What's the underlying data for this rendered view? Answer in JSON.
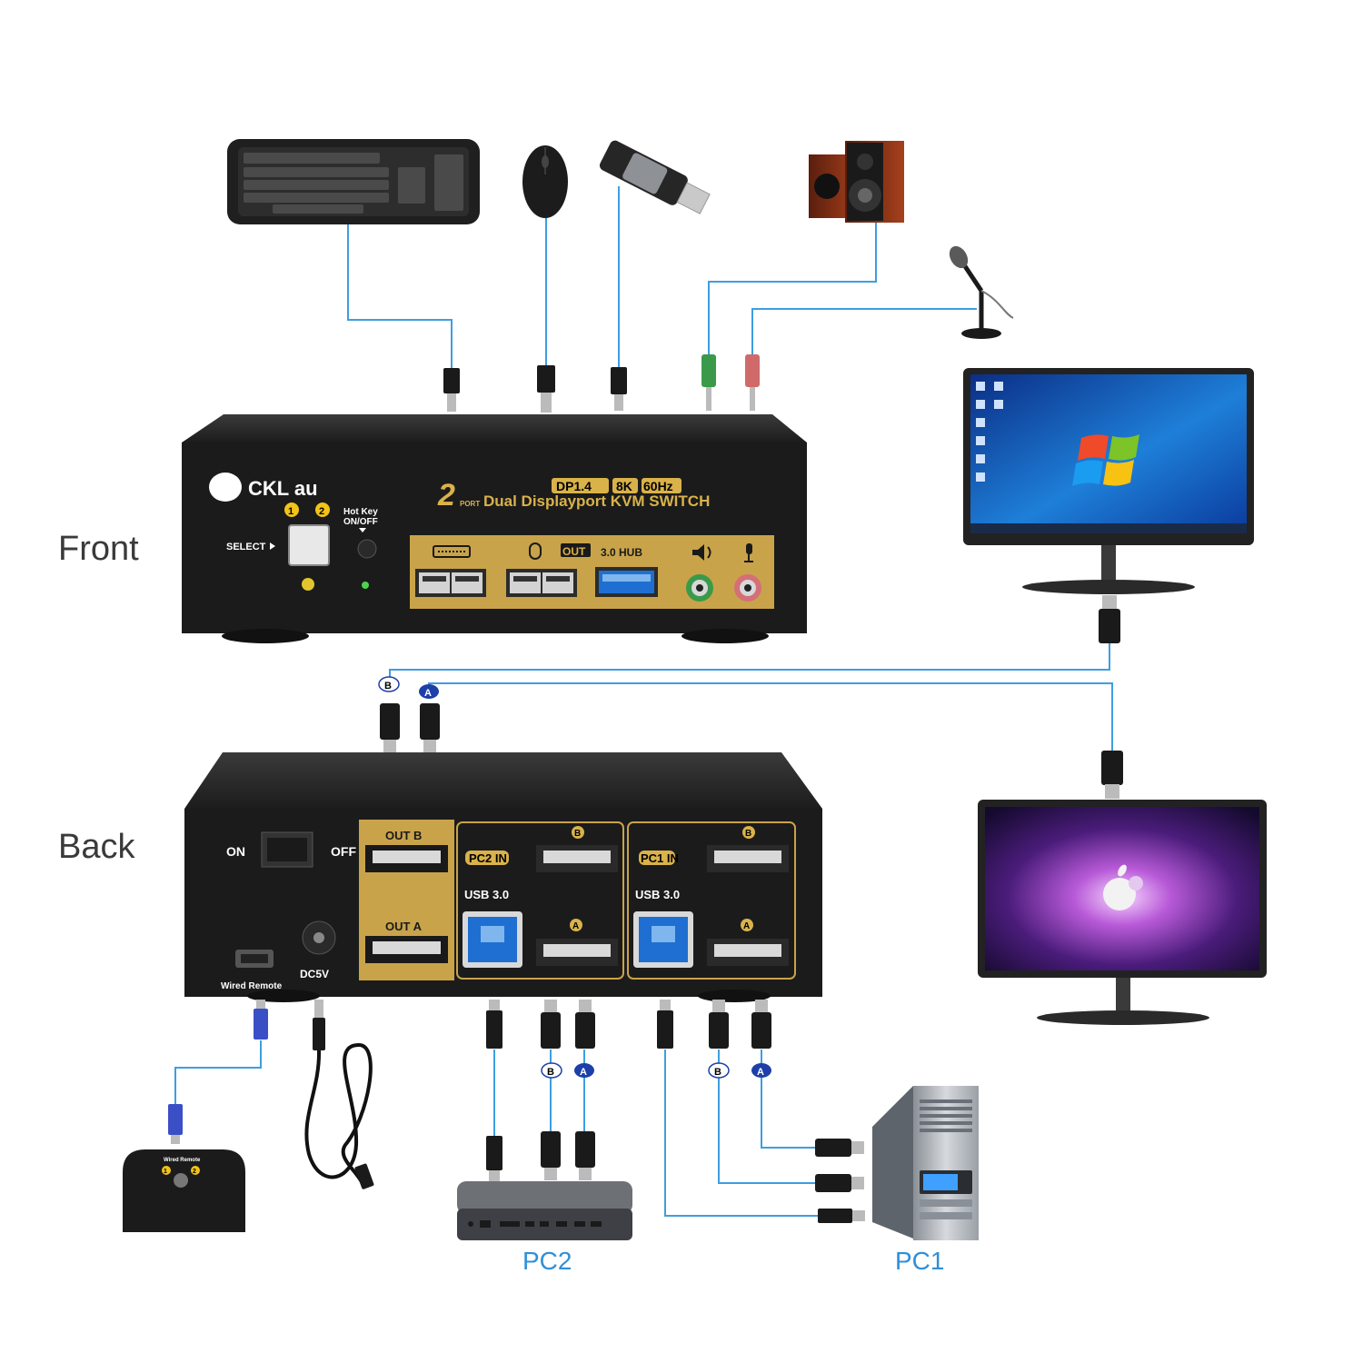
{
  "labels": {
    "front": "Front",
    "back": "Back",
    "pc2": "PC2",
    "pc1": "PC1"
  },
  "front_panel": {
    "brand": "CKL au",
    "port_count": "2",
    "port_word": "PORT",
    "title": "Dual Displayport KVM SWITCH",
    "badges": [
      "DP1.4",
      "8K",
      "60Hz"
    ],
    "select_label": "SELECT",
    "select_nums": [
      "1",
      "2"
    ],
    "hotkey_label": "Hot Key",
    "hotkey_state": "ON/OFF",
    "out_label": "OUT",
    "hub_label": "3.0 HUB"
  },
  "back_panel": {
    "on_label": "ON",
    "off_label": "OFF",
    "out_b": "OUT B",
    "out_a": "OUT A",
    "pc2_in": "PC2 IN",
    "pc1_in": "PC1 IN",
    "usb_label": "USB 3.0",
    "port_b": "B",
    "port_a": "A",
    "remote_label": "Wired Remote",
    "dc_label": "DC5V"
  },
  "remote": {
    "title": "Wired Remote",
    "nums": [
      "1",
      "2"
    ]
  },
  "connector_tags": {
    "b": "B",
    "a": "A"
  },
  "colors": {
    "cable": "#3e9ee0",
    "gold": "#d9b24a",
    "case": "#1b1b1b",
    "usb_blue": "#1e6fd1",
    "tag_blue": "#1d3fa8"
  }
}
